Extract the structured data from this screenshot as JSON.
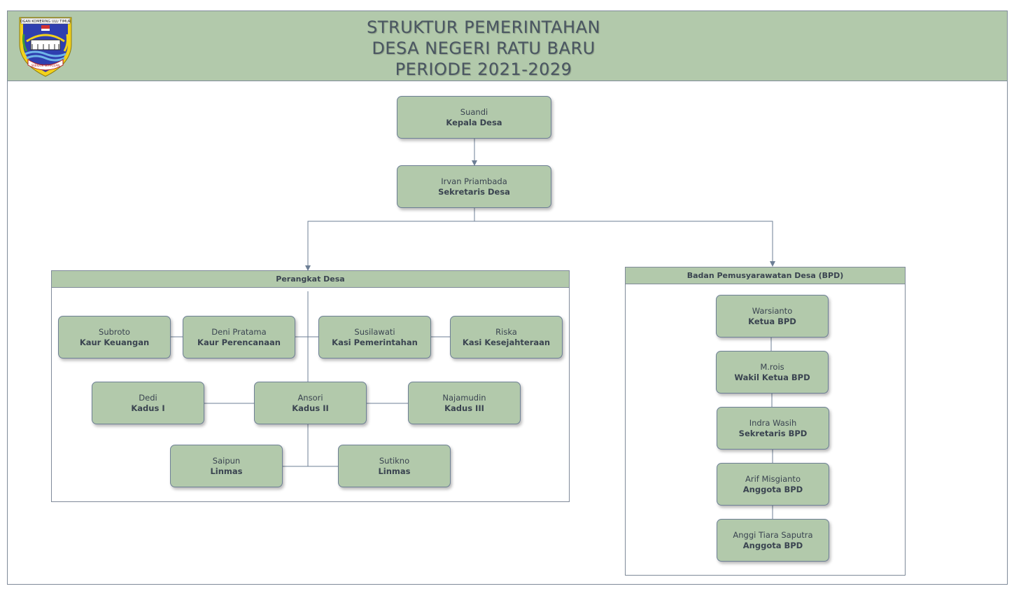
{
  "header": {
    "title_lines": [
      "STRUKTUR PEMERINTAHAN",
      "DESA NEGERI RATU BARU",
      "PERIODE 2021-2029"
    ],
    "logo_top_text": "OGAN KOMERING ULU TIMUR",
    "logo_bottom_text": "SEBIDUK SEHALUAN"
  },
  "top": {
    "kepala": {
      "name": "Suandi",
      "role": "Kepala Desa"
    },
    "sekretaris": {
      "name": "Irvan Priambada",
      "role": "Sekretaris Desa"
    }
  },
  "perangkat": {
    "title": "Perangkat Desa",
    "row1": [
      {
        "name": "Subroto",
        "role": "Kaur Keuangan"
      },
      {
        "name": "Deni Pratama",
        "role": "Kaur Perencanaan"
      },
      {
        "name": "Susilawati",
        "role": "Kasi Pemerintahan"
      },
      {
        "name": "Riska",
        "role": "Kasi Kesejahteraan"
      }
    ],
    "row2": [
      {
        "name": "Dedi",
        "role": "Kadus I"
      },
      {
        "name": "Ansori",
        "role": "Kadus II"
      },
      {
        "name": "Najamudin",
        "role": "Kadus III"
      }
    ],
    "row3": [
      {
        "name": "Saipun",
        "role": "Linmas"
      },
      {
        "name": "Sutikno",
        "role": "Linmas"
      }
    ]
  },
  "bpd": {
    "title": "Badan Pemusyarawatan Desa (BPD)",
    "members": [
      {
        "name": "Warsianto",
        "role": "Ketua BPD"
      },
      {
        "name": "M.rois",
        "role": "Wakil Ketua BPD"
      },
      {
        "name": "Indra Wasih",
        "role": "Sekretaris BPD"
      },
      {
        "name": "Arif Misgianto",
        "role": "Anggota BPD"
      },
      {
        "name": "Anggi Tiara Saputra",
        "role": "Anggota BPD"
      }
    ]
  },
  "colors": {
    "box_fill": "#b2c9ab",
    "line": "#6d7f95",
    "text": "#3a4450"
  }
}
